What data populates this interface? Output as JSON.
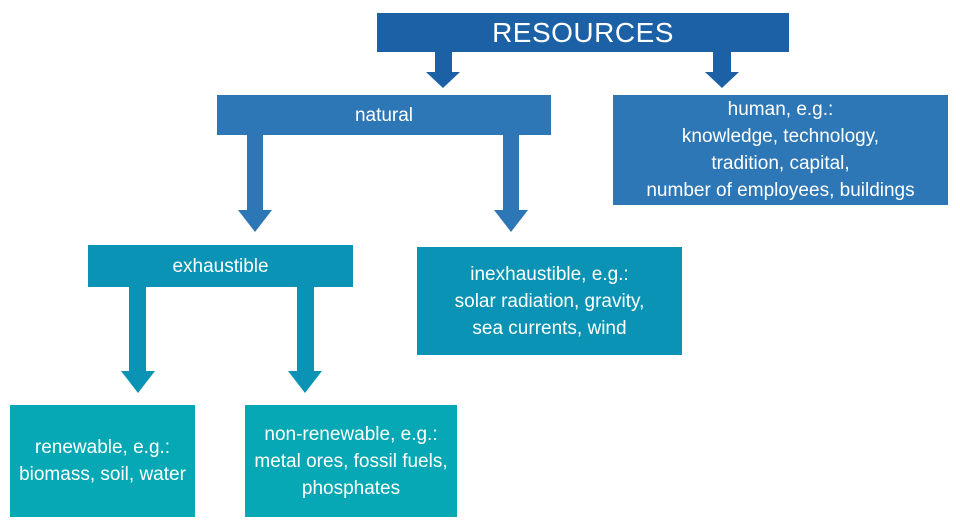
{
  "diagram": {
    "title": "RESOURCES",
    "colors": {
      "level1": "#1c61a5",
      "level2": "#2e77b6",
      "level3": "#0a93b4",
      "level4": "#05a8b4",
      "text_color": "#ffffff",
      "background": "#ffffff"
    },
    "nodes": {
      "resources": {
        "label": "RESOURCES",
        "level": 1
      },
      "natural": {
        "label": "natural",
        "level": 2
      },
      "human": {
        "label": "human, e.g.:\nknowledge, technology,\ntradition, capital,\nnumber of employees, buildings",
        "level": 2
      },
      "exhaustible": {
        "label": "exhaustible",
        "level": 3
      },
      "inexhaustible": {
        "label": "inexhaustible, e.g.:\nsolar radiation, gravity,\nsea currents, wind",
        "level": 3
      },
      "renewable": {
        "label": "renewable, e.g.:\nbiomass, soil, water",
        "level": 4
      },
      "non_renewable": {
        "label": "non-renewable, e.g.:\nmetal ores, fossil fuels,\nphosphates",
        "level": 4
      }
    },
    "edges": [
      {
        "from": "resources",
        "to": "natural"
      },
      {
        "from": "resources",
        "to": "human"
      },
      {
        "from": "natural",
        "to": "exhaustible"
      },
      {
        "from": "natural",
        "to": "inexhaustible"
      },
      {
        "from": "exhaustible",
        "to": "renewable"
      },
      {
        "from": "exhaustible",
        "to": "non_renewable"
      }
    ]
  }
}
